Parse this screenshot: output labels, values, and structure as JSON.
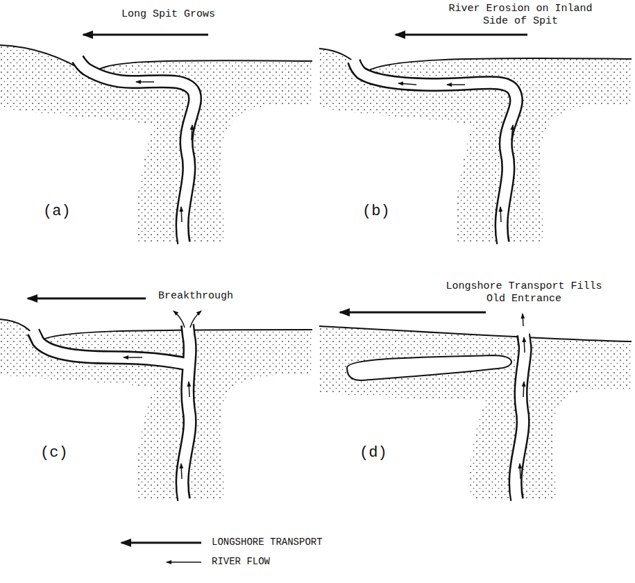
{
  "diagram": {
    "labels": [
      "Long Spit Grows",
      "River Erosion on Inland Side of Spit",
      "(a)",
      "(b)",
      "Breakthrough",
      "Longshore Transport Fills Old Entrance",
      "(c)",
      "(d)"
    ],
    "legend": [
      {
        "text": "LONGSHORE TRANSPORT"
      },
      {
        "text": "RIVER FLOW"
      }
    ]
  }
}
